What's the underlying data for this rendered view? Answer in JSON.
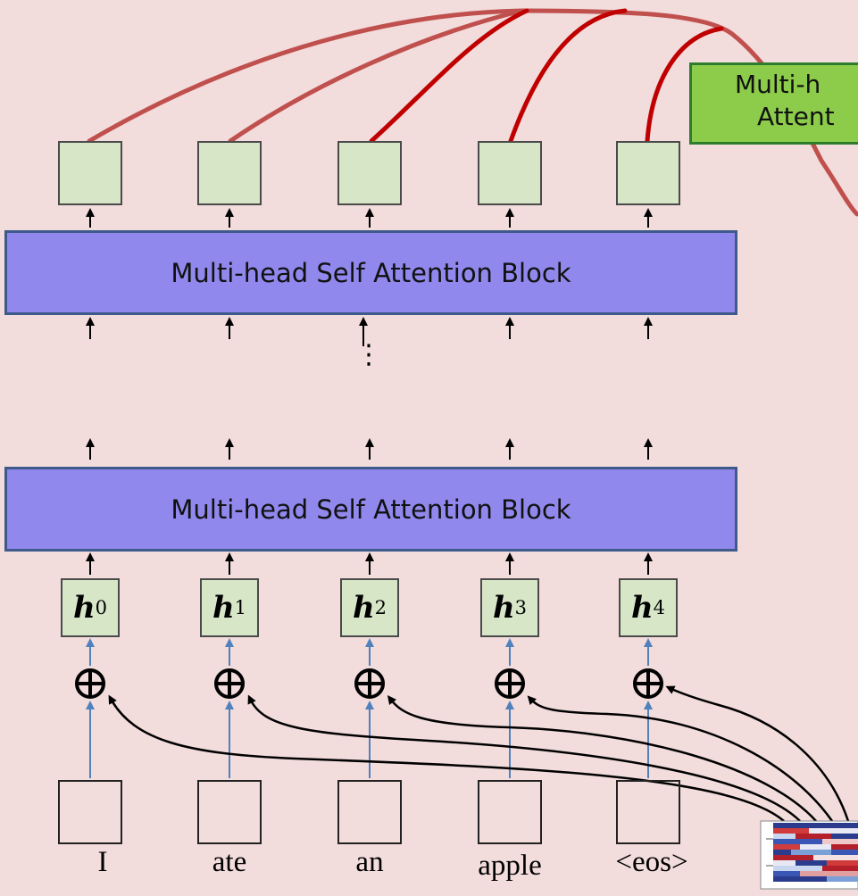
{
  "blocks": {
    "top_label": "Multi-head Self Attention Block",
    "bottom_label": "Multi-head Self Attention Block"
  },
  "ellipsis": "⋮",
  "hidden_states": [
    {
      "symbol": "h",
      "sub": "0"
    },
    {
      "symbol": "h",
      "sub": "1"
    },
    {
      "symbol": "h",
      "sub": "2"
    },
    {
      "symbol": "h",
      "sub": "3"
    },
    {
      "symbol": "h",
      "sub": "4"
    }
  ],
  "tokens": [
    "I",
    "ate",
    "an",
    "apple",
    "<eos>"
  ],
  "side_box": {
    "line1": "Multi-h",
    "line2": "Attent"
  },
  "colors": {
    "background": "#f2dcdc",
    "block": "#9088ec",
    "node": "#d8e6c8",
    "red_line": "#c0504d",
    "blue_arrow": "#4f81bd",
    "green_box": "#8ccc4a"
  }
}
